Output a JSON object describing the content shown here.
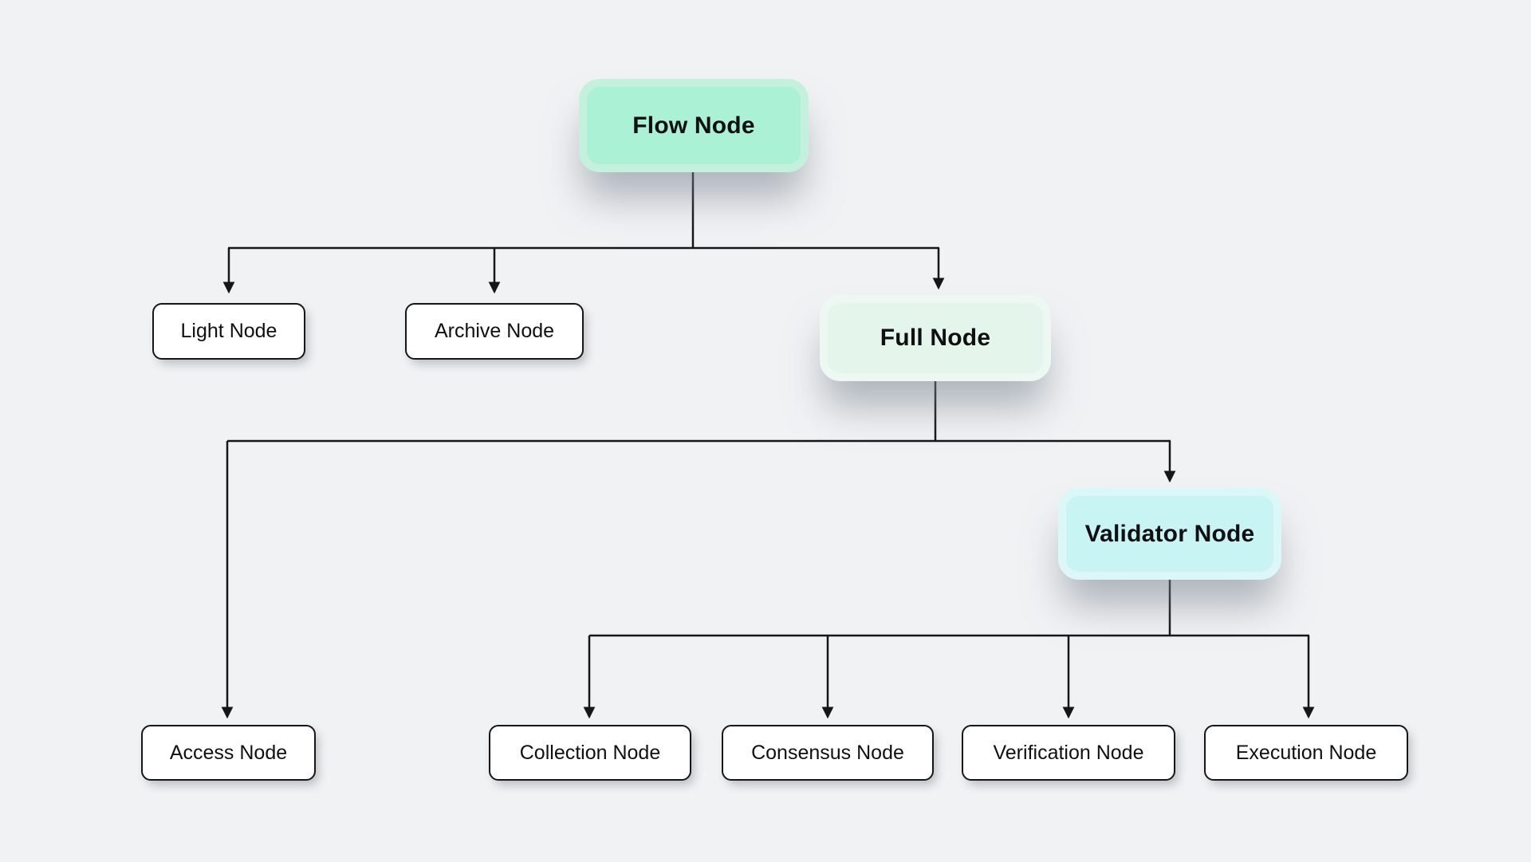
{
  "colors": {
    "background": "#f1f2f4",
    "line": "#161616",
    "white_fill": "#ffffff",
    "flow_fill": "#aaf1d5",
    "flow_rim": "#c4f1dd",
    "full_fill": "#e4f5eb",
    "full_rim": "#edf8f2",
    "validator_fill": "#c9f4f4",
    "validator_rim": "#dcf7f7"
  },
  "nodes": {
    "flow": {
      "label": "Flow Node"
    },
    "light": {
      "label": "Light Node"
    },
    "archive": {
      "label": "Archive Node"
    },
    "full": {
      "label": "Full Node"
    },
    "access": {
      "label": "Access Node"
    },
    "validator": {
      "label": "Validator Node"
    },
    "collection": {
      "label": "Collection Node"
    },
    "consensus": {
      "label": "Consensus Node"
    },
    "verification": {
      "label": "Verification Node"
    },
    "execution": {
      "label": "Execution Node"
    }
  },
  "edges": [
    {
      "from": "flow",
      "to": "light"
    },
    {
      "from": "flow",
      "to": "archive"
    },
    {
      "from": "flow",
      "to": "full"
    },
    {
      "from": "full",
      "to": "access"
    },
    {
      "from": "full",
      "to": "validator"
    },
    {
      "from": "validator",
      "to": "collection"
    },
    {
      "from": "validator",
      "to": "consensus"
    },
    {
      "from": "validator",
      "to": "verification"
    },
    {
      "from": "validator",
      "to": "execution"
    }
  ]
}
